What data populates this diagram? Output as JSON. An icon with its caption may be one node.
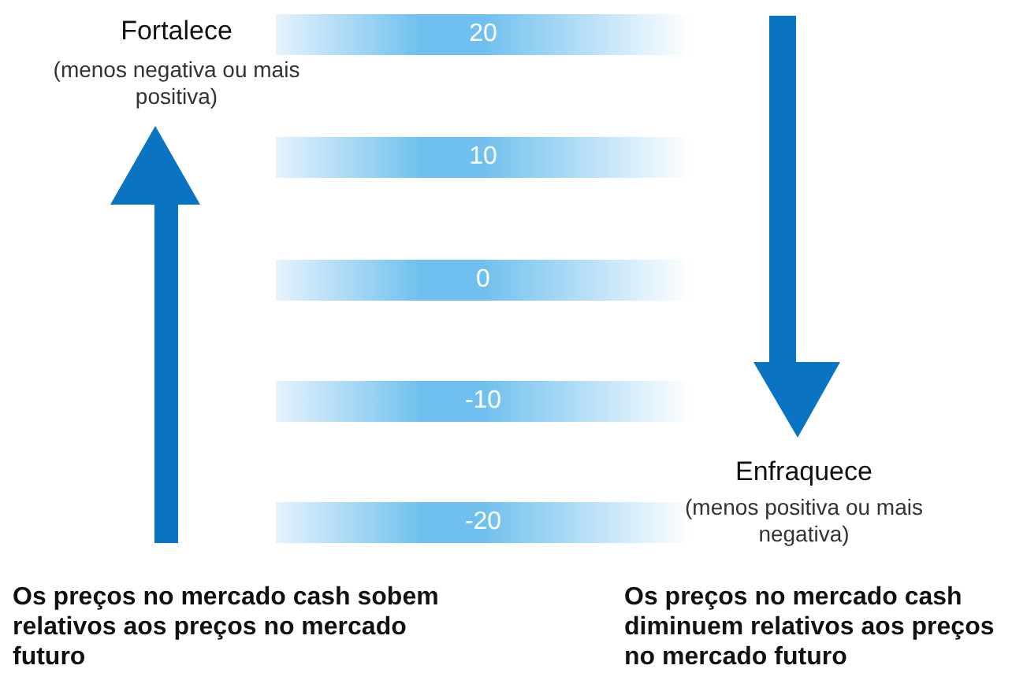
{
  "diagram": {
    "nodes": [
      {
        "text": [
          "20"
        ]
      },
      {
        "text": [
          "10"
        ]
      },
      {
        "text": [
          "0"
        ]
      },
      {
        "text": [
          "-10"
        ]
      },
      {
        "text": [
          "-20"
        ]
      }
    ],
    "labels": [
      "Fortalece",
      "(menos negativa ou mais positiva)",
      "Enfraquece",
      "(menos positiva ou mais negativa)",
      "Os preços no mercado cash sobem relativos aos preços no mercado futuro",
      "Os preços no mercado cash diminuem relativos aos preços no mercado futuro"
    ]
  }
}
